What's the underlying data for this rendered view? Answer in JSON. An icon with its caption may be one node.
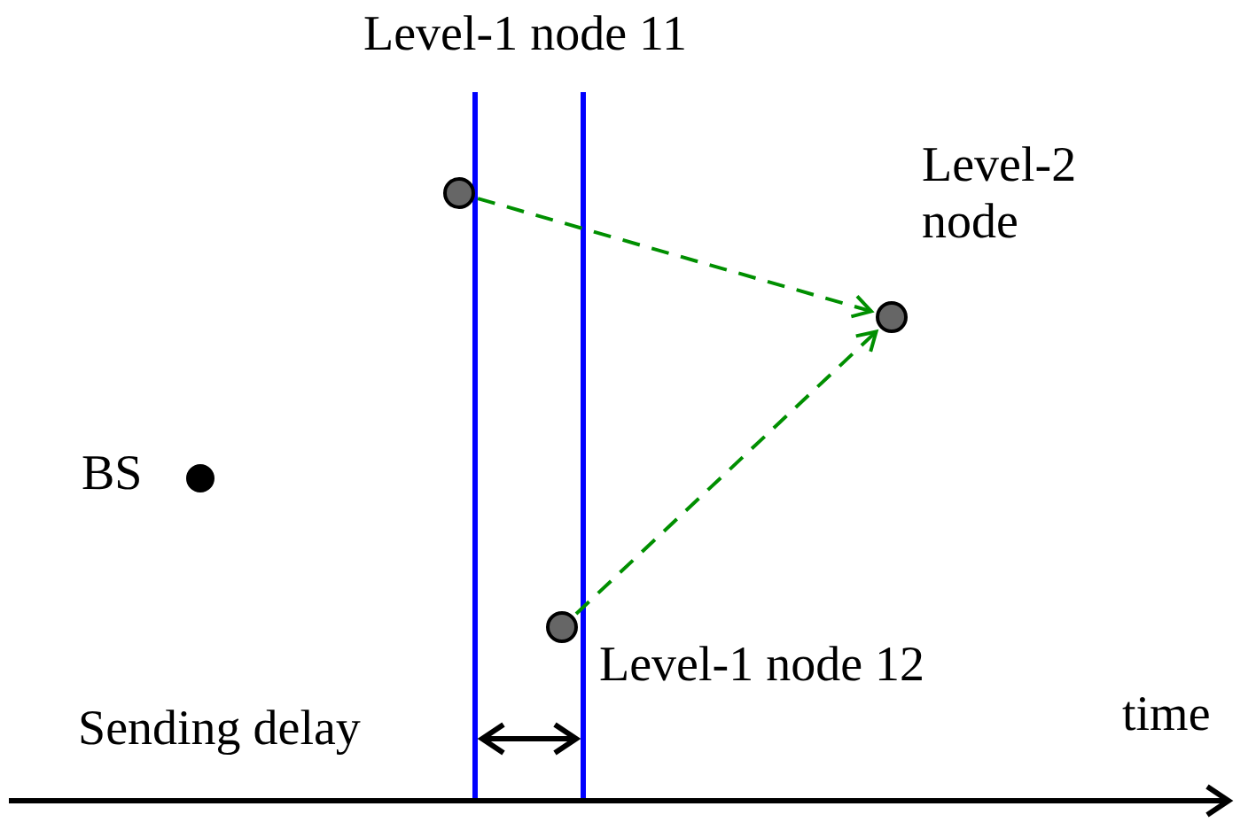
{
  "diagram": {
    "nodes": [
      {
        "text": [],
        "shape": "circle"
      },
      {
        "text": [],
        "shape": "circle",
        "beside": [
          "Level-2 node"
        ]
      },
      {
        "text": [],
        "shape": "circle",
        "beside": [
          "Level-1 node 12"
        ]
      },
      {
        "text": [],
        "shape": "circle",
        "beside": [
          "BS"
        ]
      }
    ],
    "edges": [
      {
        "from": 0,
        "to": 1,
        "arrow": "to",
        "style": "dashed",
        "color": "#008f00"
      },
      {
        "from": 2,
        "to": 1,
        "arrow": "to",
        "style": "dashed",
        "color": "#008f00"
      }
    ],
    "labels": [
      "Level-1 node 11",
      "Sending delay",
      "time"
    ]
  }
}
